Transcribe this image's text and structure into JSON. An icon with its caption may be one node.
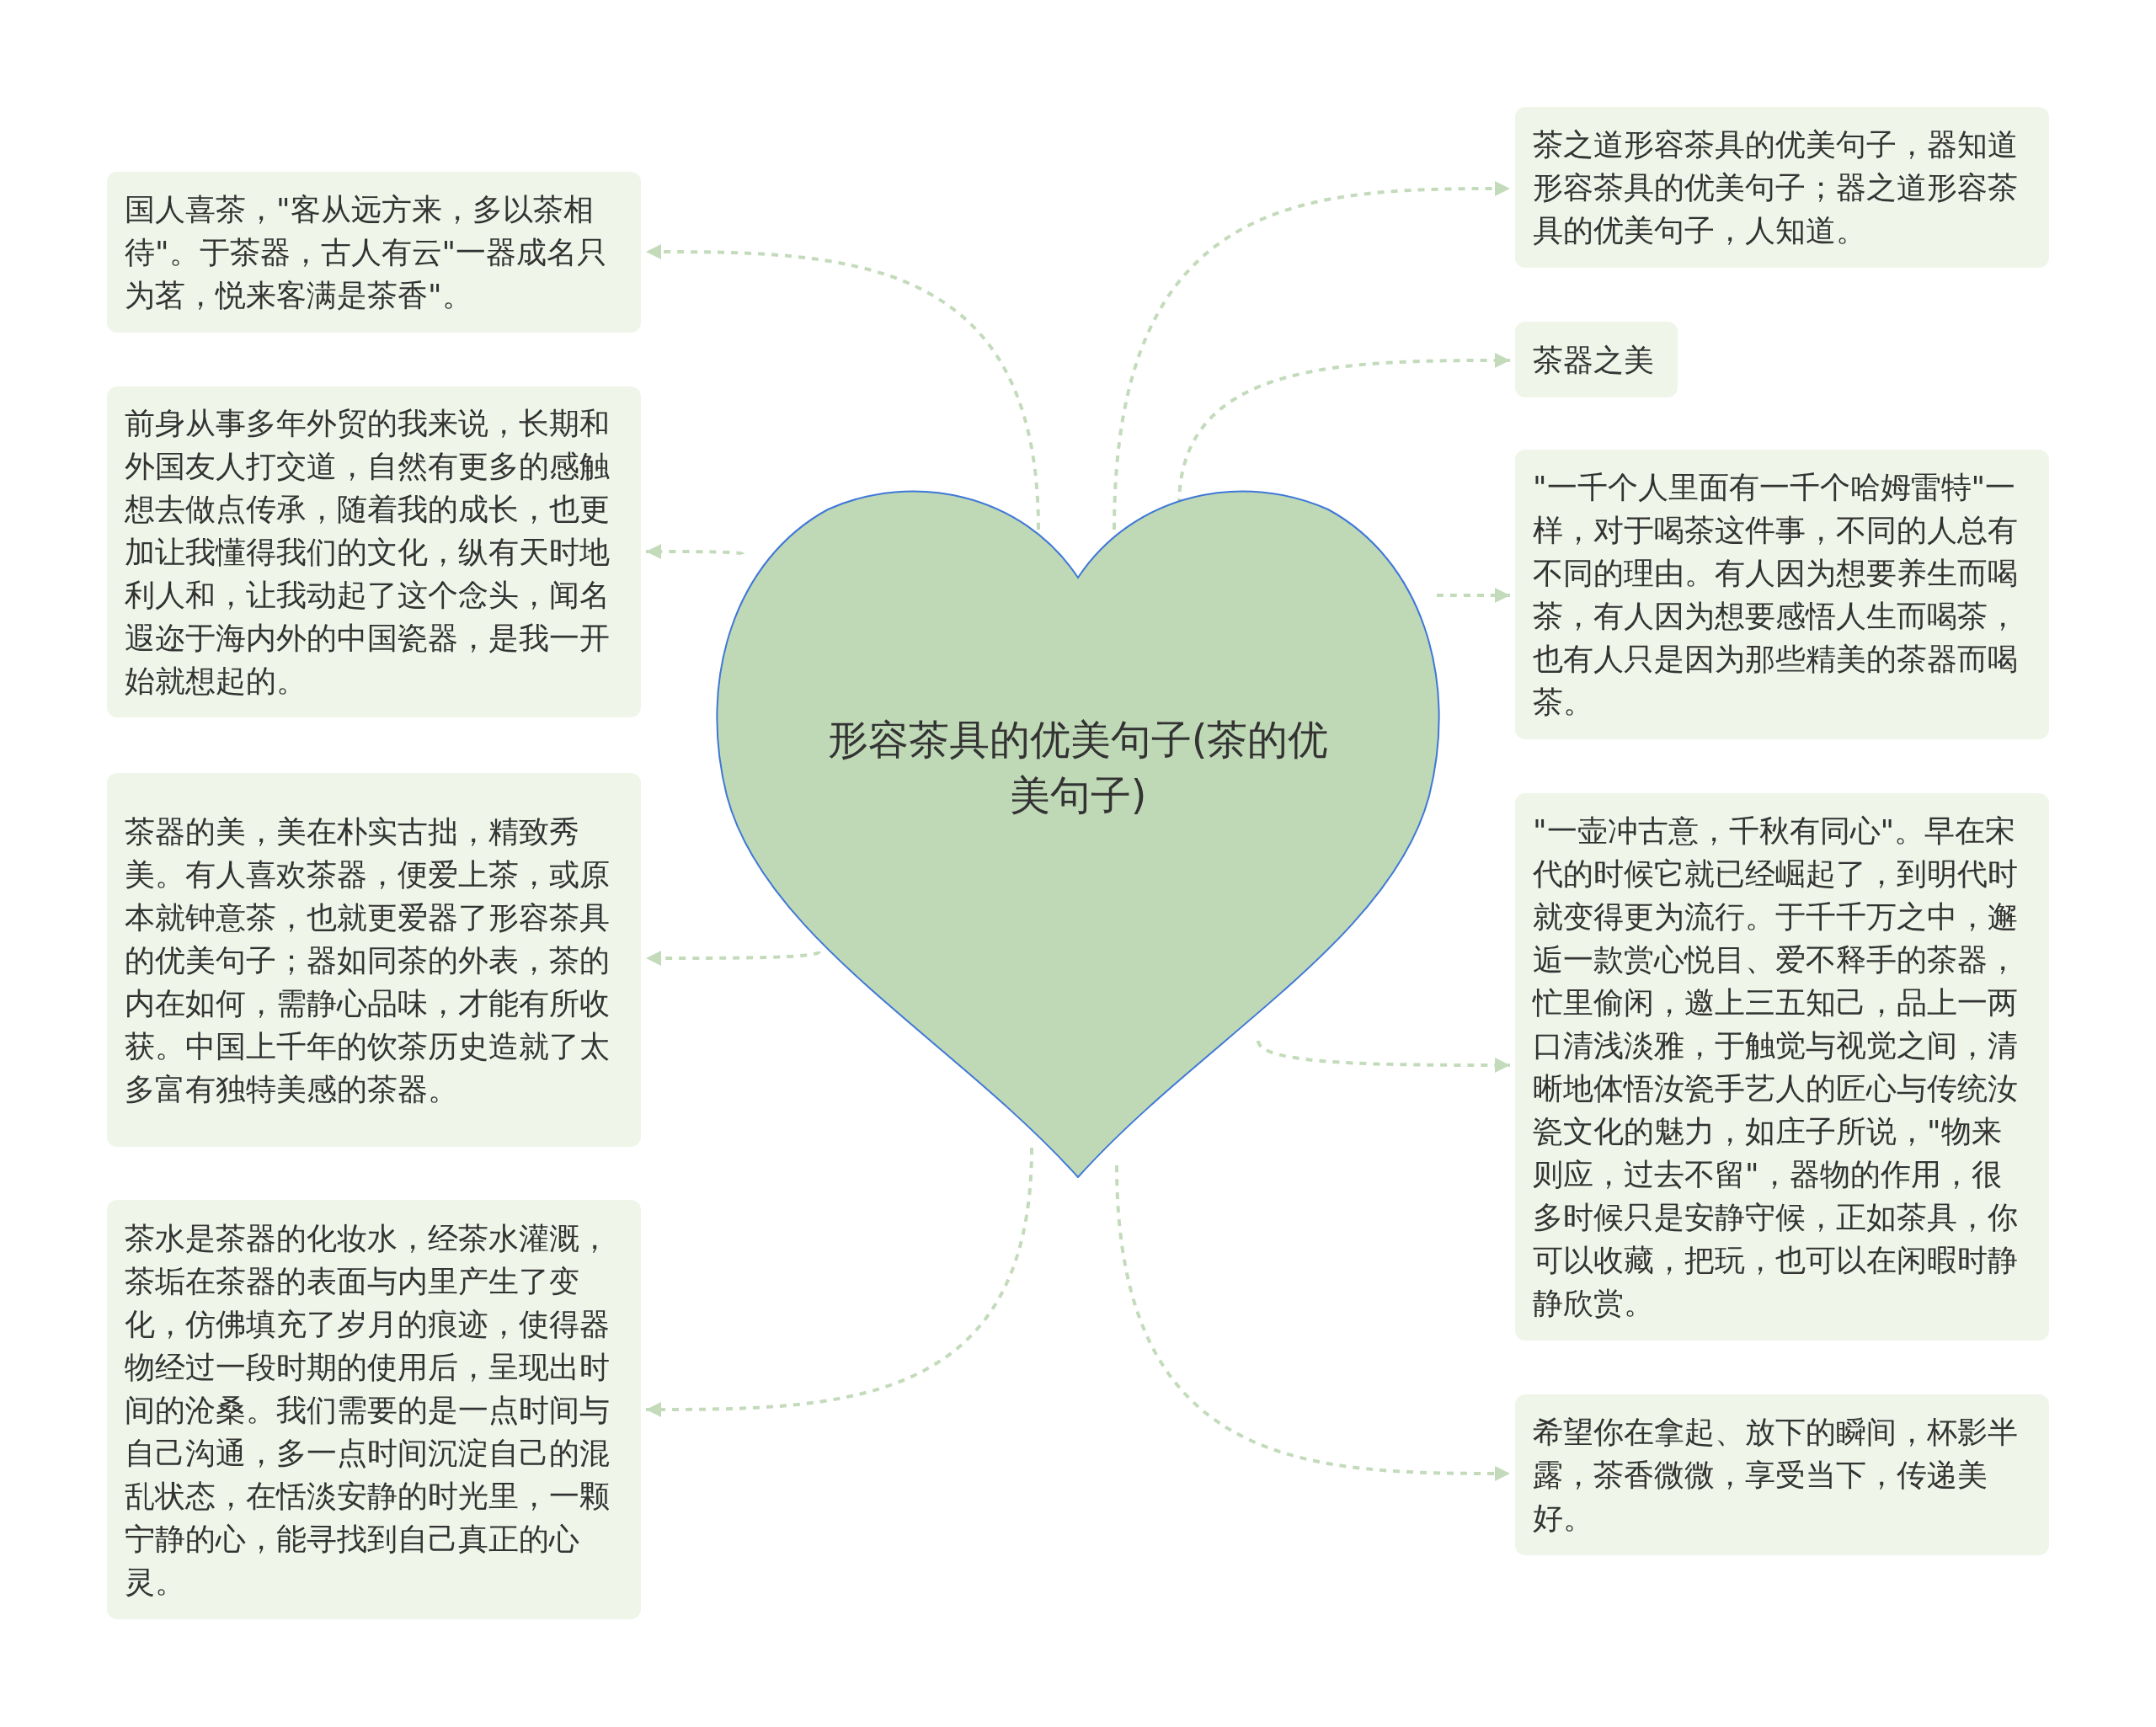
{
  "diagram": {
    "nodes": [
      {
        "text": [
          "形容茶具的优美句子(茶的优美句子)"
        ]
      },
      {
        "text": [
          "国人喜茶，\"客从远方来，多以茶相待\"。于茶器，古人有云\"一器成名只为茗，悦来客满是茶香\"。"
        ]
      },
      {
        "text": [
          "前身从事多年外贸的我来说，长期和外国友人打交道，自然有更多的感触想去做点传承，随着我的成长，也更加让我懂得我们的文化，纵有天时地利人和，让我动起了这个念头，闻名遐迩于海内外的中国瓷器，是我一开始就想起的。"
        ]
      },
      {
        "text": [
          "茶器的美，美在朴实古拙，精致秀美。有人喜欢茶器，便爱上茶，或原本就钟意茶，也就更爱器了形容茶具的优美句子；器如同茶的外表，茶的内在如何，需静心品味，才能有所收获。中国上千年的饮茶历史造就了太多富有独特美感的茶器。"
        ]
      },
      {
        "text": [
          "茶水是茶器的化妆水，经茶水灌溉，茶垢在茶器的表面与内里产生了变化，仿佛填充了岁月的痕迹，使得器物经过一段时期的使用后，呈现出时间的沧桑。我们需要的是一点时间与自己沟通，多一点时间沉淀自己的混乱状态，在恬淡安静的时光里，一颗宁静的心，能寻找到自己真正的心灵。"
        ]
      },
      {
        "text": [
          "茶之道形容茶具的优美句子，器知道形容茶具的优美句子；器之道形容茶具的优美句子，人知道。"
        ]
      },
      {
        "text": [
          "茶器之美"
        ]
      },
      {
        "text": [
          "\"一千个人里面有一千个哈姆雷特\"一样，对于喝茶这件事，不同的人总有不同的理由。有人因为想要养生而喝茶，有人因为想要感悟人生而喝茶，也有人只是因为那些精美的茶器而喝茶。"
        ]
      },
      {
        "text": [
          "\"一壶冲古意，千秋有同心\"。早在宋代的时候它就已经崛起了，到明代时就变得更为流行。于千千万之中，邂逅一款赏心悦目、爱不释手的茶器，忙里偷闲，邀上三五知己，品上一两口清浅淡雅，于触觉与视觉之间，清晰地体悟汝瓷手艺人的匠心与传统汝瓷文化的魅力，如庄子所说，\"物来则应，过去不留\"，器物的作用，很多时候只是安静守候，正如茶具，你可以收藏，把玩，也可以在闲暇时静静欣赏。"
        ]
      },
      {
        "text": [
          "希望你在拿起、放下的瞬间，杯影半露，茶香微微，享受当下，传递美好。"
        ]
      }
    ],
    "edges": [
      {
        "from": 0,
        "to": 1,
        "arrow": "to"
      },
      {
        "from": 0,
        "to": 2,
        "arrow": "to"
      },
      {
        "from": 0,
        "to": 3,
        "arrow": "to"
      },
      {
        "from": 0,
        "to": 4,
        "arrow": "to"
      },
      {
        "from": 0,
        "to": 5,
        "arrow": "to"
      },
      {
        "from": 0,
        "to": 6,
        "arrow": "to"
      },
      {
        "from": 0,
        "to": 7,
        "arrow": "to"
      },
      {
        "from": 0,
        "to": 8,
        "arrow": "to"
      },
      {
        "from": 0,
        "to": 9,
        "arrow": "to"
      }
    ]
  }
}
